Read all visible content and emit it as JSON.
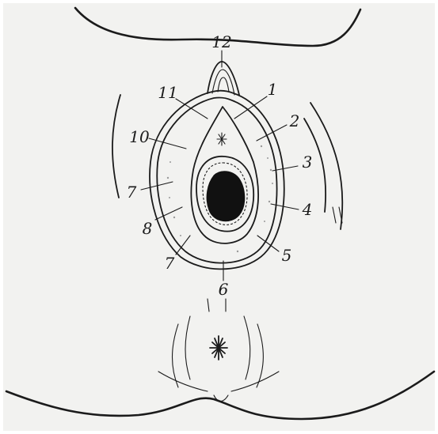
{
  "figure": {
    "labels": [
      "12",
      "1",
      "2",
      "3",
      "4",
      "5",
      "6",
      "7",
      "8",
      "7",
      "10",
      "11"
    ],
    "colors": {
      "paper": "#f2f2f0",
      "ink": "#1b1b1b",
      "shading": "#9a9a9a",
      "fill": "#111111"
    }
  }
}
